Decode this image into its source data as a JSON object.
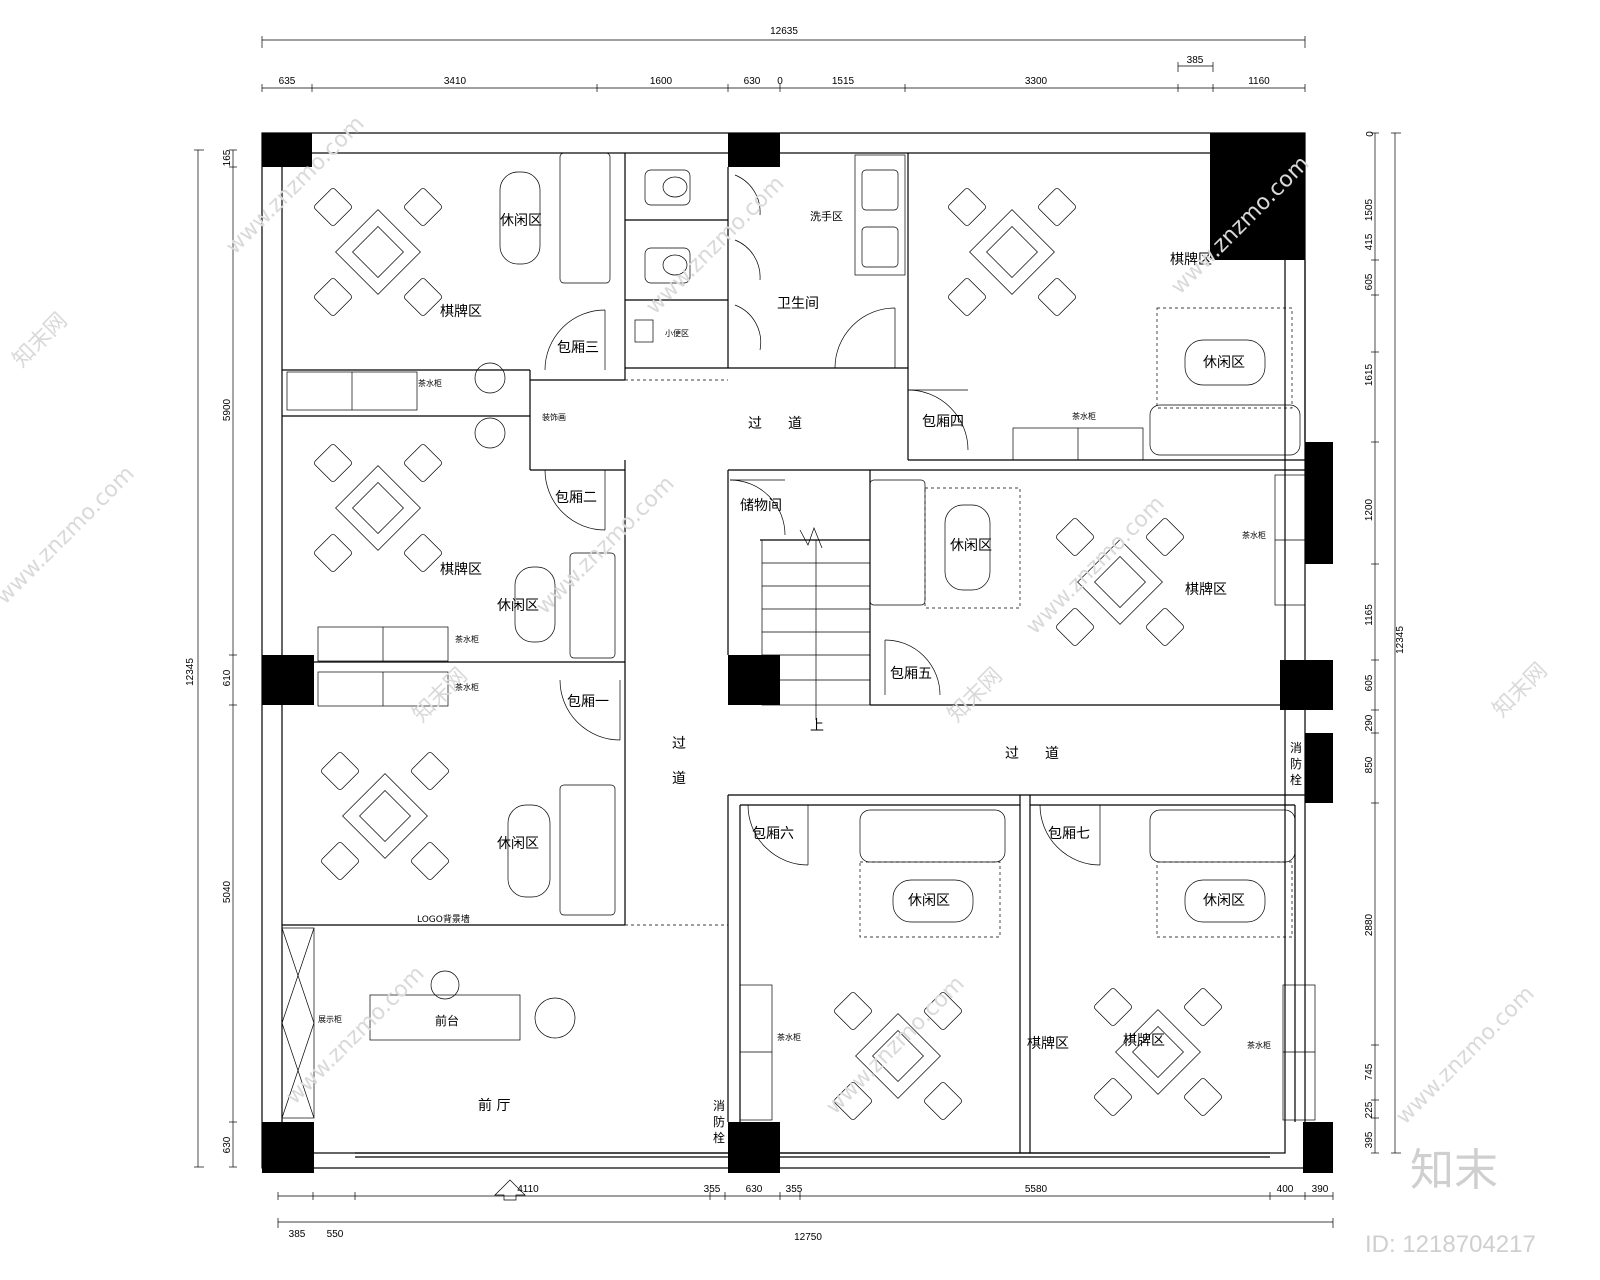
{
  "dimensions": {
    "top_total": "12635",
    "top_segments": [
      "635",
      "3410",
      "1600",
      "630",
      "0",
      "1515",
      "3300",
      "385",
      "1160"
    ],
    "bottom_total": "12750",
    "bottom_segments": [
      "385",
      "550",
      "4110",
      "355",
      "630",
      "355",
      "5580",
      "400",
      "390"
    ],
    "left_total": "12345",
    "left_segments": [
      "165",
      "5900",
      "610",
      "5040",
      "630"
    ],
    "right_total": "12345",
    "right_segments": [
      "1505",
      "415",
      "605",
      "1615",
      "1200",
      "1165",
      "605",
      "290",
      "850",
      "2880",
      "745",
      "225",
      "395"
    ],
    "right_top_marker": "0"
  },
  "rooms": {
    "box3": "包厢三",
    "box2": "包厢二",
    "box1": "包厢一",
    "box4": "包厢四",
    "box5": "包厢五",
    "box6": "包厢六",
    "box7": "包厢七",
    "toilet": "卫生间",
    "wash": "洗手区",
    "urinal": "小便区",
    "storage": "储物间",
    "corridor_1a": "过",
    "corridor_1b": "道",
    "corridor_2a": "过",
    "corridor_2b": "道",
    "corridor_3a": "过",
    "corridor_3b": "道",
    "lobby": "前 厅",
    "reception": "前台",
    "logo_wall": "LOGO背景墙",
    "display": "展示柜",
    "decor": "装饰画",
    "up": "上",
    "hydrant_1": "消",
    "hydrant_2": "防",
    "hydrant_3": "栓"
  },
  "zones": {
    "leisure": "休闲区",
    "cards": "棋牌区",
    "tea": "茶水柜"
  },
  "watermark": {
    "site": "www.znzmo.com",
    "brand": "知末网",
    "logo": "知末",
    "id": "ID: 1218704217"
  },
  "entrance_arrow": "up-arrow-icon"
}
